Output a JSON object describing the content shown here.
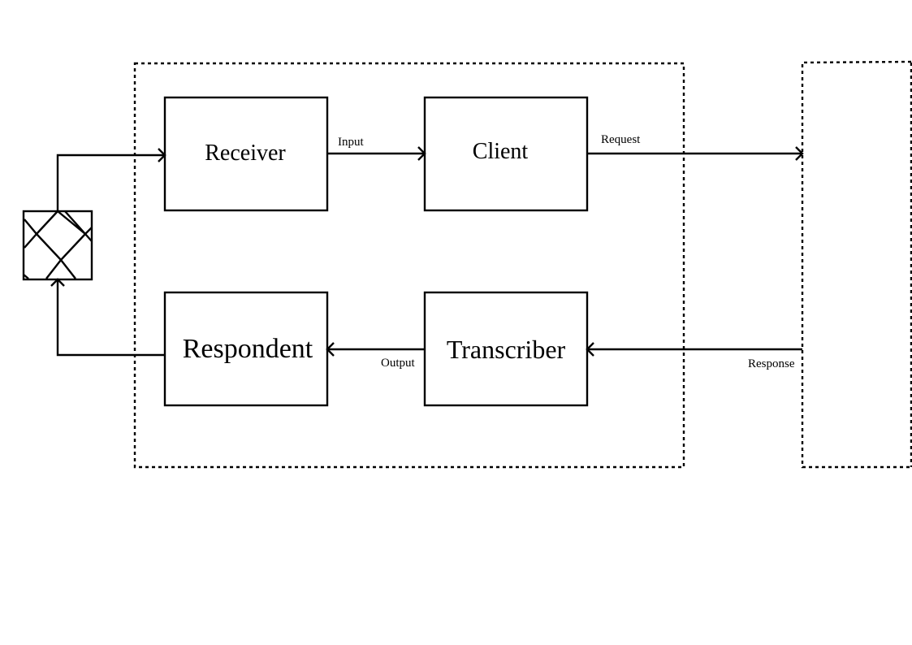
{
  "diagram": {
    "nodes": {
      "receiver": {
        "label": "Receiver"
      },
      "client": {
        "label": "Client"
      },
      "respondent": {
        "label": "Respondent"
      },
      "transcriber": {
        "label": "Transcriber"
      }
    },
    "edges": {
      "input": {
        "label": "Input"
      },
      "request": {
        "label": "Request"
      },
      "output": {
        "label": "Output"
      },
      "response": {
        "label": "Response"
      }
    }
  }
}
